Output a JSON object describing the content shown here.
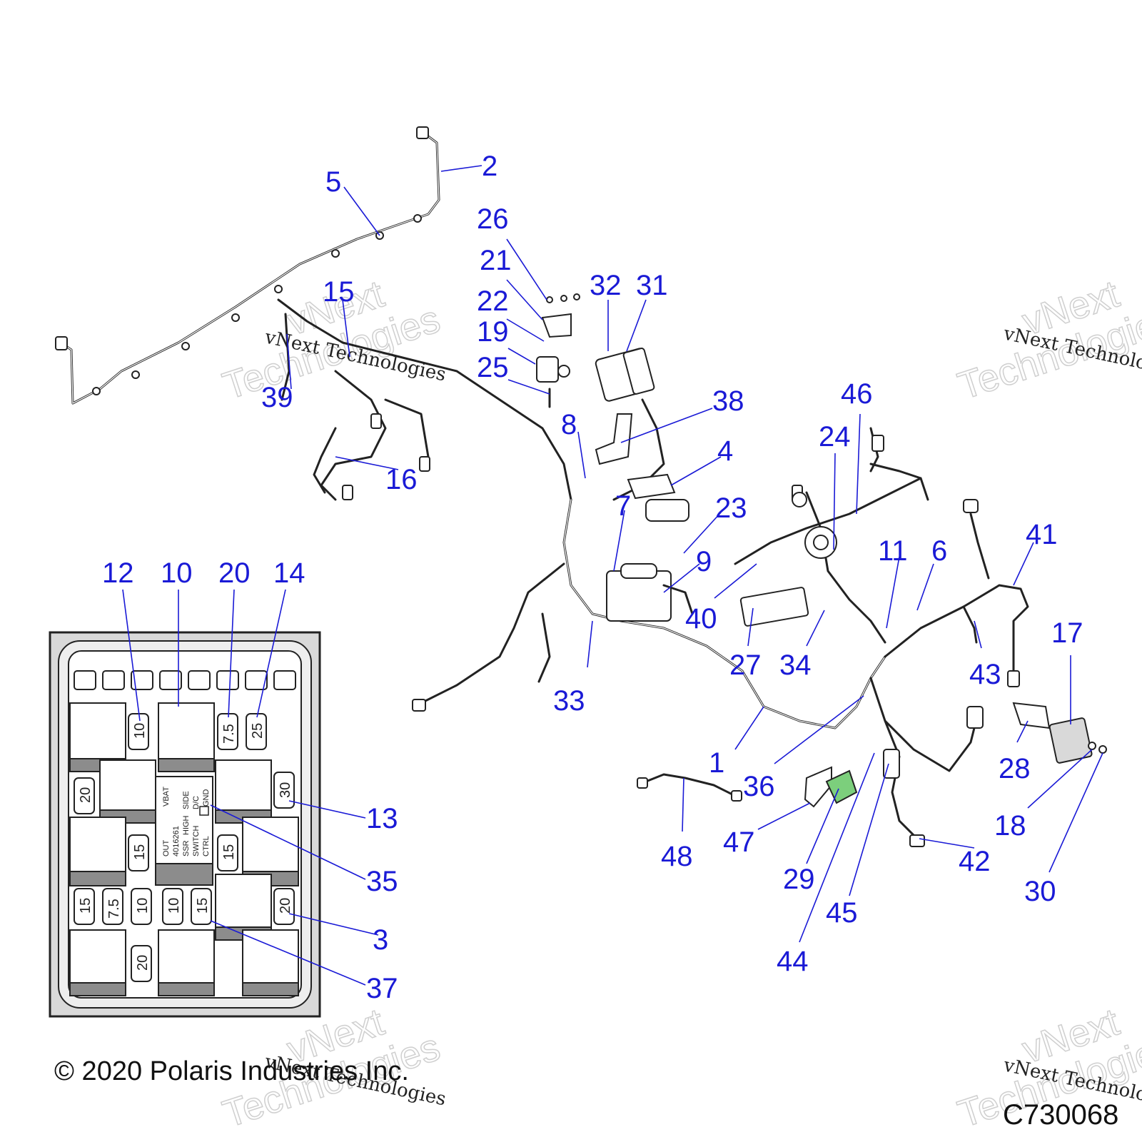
{
  "callouts": [
    "1",
    "2",
    "3",
    "4",
    "5",
    "6",
    "7",
    "8",
    "9",
    "10",
    "11",
    "12",
    "13",
    "14",
    "15",
    "16",
    "17",
    "18",
    "19",
    "20",
    "21",
    "22",
    "23",
    "24",
    "25",
    "26",
    "27",
    "28",
    "29",
    "30",
    "31",
    "32",
    "33",
    "34",
    "35",
    "36",
    "37",
    "38",
    "39",
    "40",
    "41",
    "42",
    "43",
    "44",
    "45",
    "46",
    "47",
    "48"
  ],
  "fuse_values": [
    "10",
    "7.5",
    "25",
    "20",
    "30",
    "15",
    "15",
    "20",
    "15",
    "7.5",
    "10",
    "10",
    "15",
    "20"
  ],
  "relay_labels": {
    "vbat": "VBAT",
    "out": "OUT",
    "side": "SIDE",
    "high": "HIGH",
    "dc": "D/C",
    "gnd": "GND",
    "ssr": "SSR",
    "switch": "SWITCH",
    "ctrl": "CTRL",
    "part_no": "4016261"
  },
  "watermark": {
    "brand_big": "vNext",
    "brand_small": "vNext Technologies",
    "big_word": "Technologies"
  },
  "footer": {
    "copyright": "© 2020 Polaris Industries Inc.",
    "code": "C730068"
  },
  "colors": {
    "callout": "#1a1ad6",
    "line": "#222222",
    "highlight_part": "#7ccf7c"
  }
}
